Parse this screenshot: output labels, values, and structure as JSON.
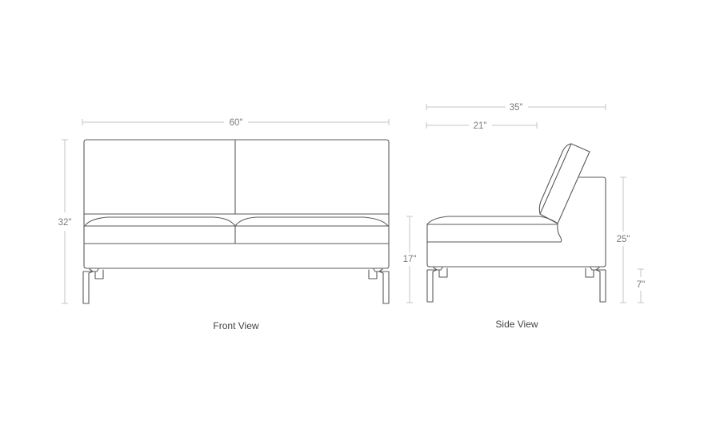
{
  "diagram": {
    "type": "furniture-dimension-drawing",
    "views": [
      {
        "id": "front",
        "caption": "Front View",
        "dimensions": {
          "width": "60\"",
          "height": "32\"",
          "seat_height": "17\""
        }
      },
      {
        "id": "side",
        "caption": "Side View",
        "dimensions": {
          "overall_depth": "35\"",
          "seat_depth": "21\"",
          "arm_height": "25\"",
          "leg_height": "7\""
        }
      }
    ],
    "colors": {
      "outline": "#5a5a5a",
      "dimension_line": "#c4c4c4",
      "dimension_text": "#7a7a7a",
      "caption_text": "#444444",
      "background": "#ffffff"
    }
  }
}
